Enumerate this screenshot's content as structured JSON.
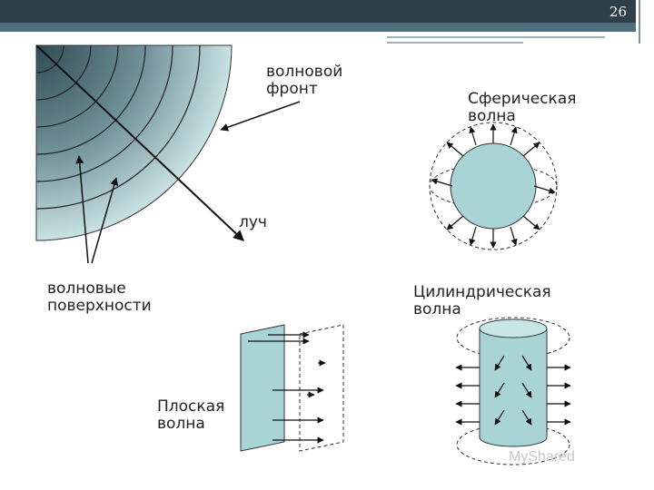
{
  "page_number": "26",
  "labels": {
    "wavefront": "волновой\nфронт",
    "ray": "луч",
    "wave_surfaces": "волновые\nповерхности",
    "spherical_wave": "Сферическая\nволна",
    "cylindrical_wave": "Цилиндрическая\nволна",
    "plane_wave": "Плоская\nволна"
  },
  "watermark": "MyShared",
  "colors": {
    "header": "#2e3f49",
    "accent": "#4f6f7a",
    "wave_fill": "#a9d4d6"
  }
}
